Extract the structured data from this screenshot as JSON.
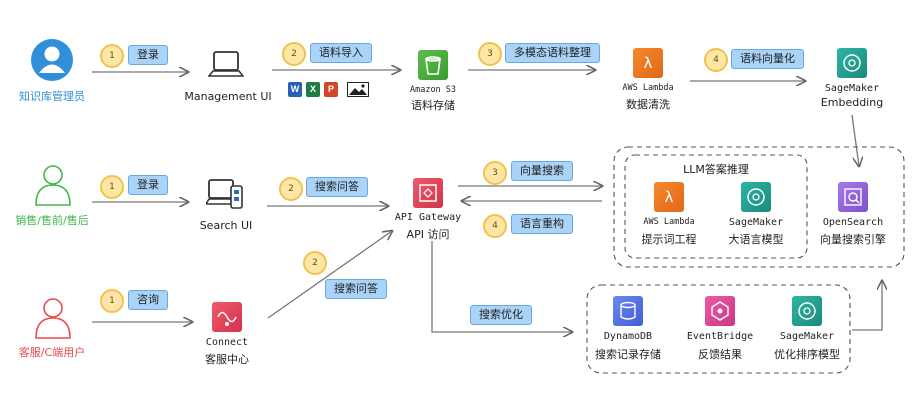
{
  "actors": {
    "admin": "知识库管理员",
    "sales": "销售/售前/售后",
    "customer": "客服/C端用户"
  },
  "nodes": {
    "management_ui": "Management UI",
    "s3_service": "Amazon S3",
    "s3_label": "语料存储",
    "lambda_service": "AWS Lambda",
    "lambda_label": "数据清洗",
    "sagemaker_service": "SageMaker",
    "sagemaker_label": "Embedding",
    "search_ui": "Search UI",
    "api_gateway_service": "API Gateway",
    "api_gateway_label": "API 访问",
    "connect_service": "Connect",
    "connect_label": "客服中心"
  },
  "steps": {
    "admin_login_num": "1",
    "admin_login": "登录",
    "import_num": "2",
    "import": "语料导入",
    "organize_num": "3",
    "organize": "多模态语料整理",
    "vectorize_num": "4",
    "vectorize": "语料向量化",
    "sales_login_num": "1",
    "sales_login": "登录",
    "sales_search_num": "2",
    "sales_search": "搜索问答",
    "vector_search_num": "3",
    "vector_search": "向量搜索",
    "rephrase_num": "4",
    "rephrase": "语言重构",
    "consult_num": "1",
    "consult": "咨询",
    "cust_search_num": "2",
    "cust_search": "搜索问答",
    "optimize": "搜索优化"
  },
  "file_icons": [
    "W",
    "X",
    "P",
    "IMG"
  ],
  "llm_group": {
    "title": "LLM答案推理",
    "lambda_service": "AWS Lambda",
    "lambda_label": "提示词工程",
    "sagemaker_service": "SageMaker",
    "sagemaker_label": "大语言模型"
  },
  "opensearch": {
    "service": "OpenSearch",
    "label": "向量搜索引擎"
  },
  "optimization_group": {
    "dynamo_service": "DynamoDB",
    "dynamo_label": "搜索记录存储",
    "eventbridge_service": "EventBridge",
    "eventbridge_label": "反馈结果",
    "sagemaker_service": "SageMaker",
    "sagemaker_label": "优化排序模型"
  },
  "colors": {
    "admin": "#2f8fd8",
    "sales": "#43b649",
    "customer": "#e84c4c",
    "tag_fill": "#a9d3f7",
    "badge_fill": "#fde6a6"
  }
}
